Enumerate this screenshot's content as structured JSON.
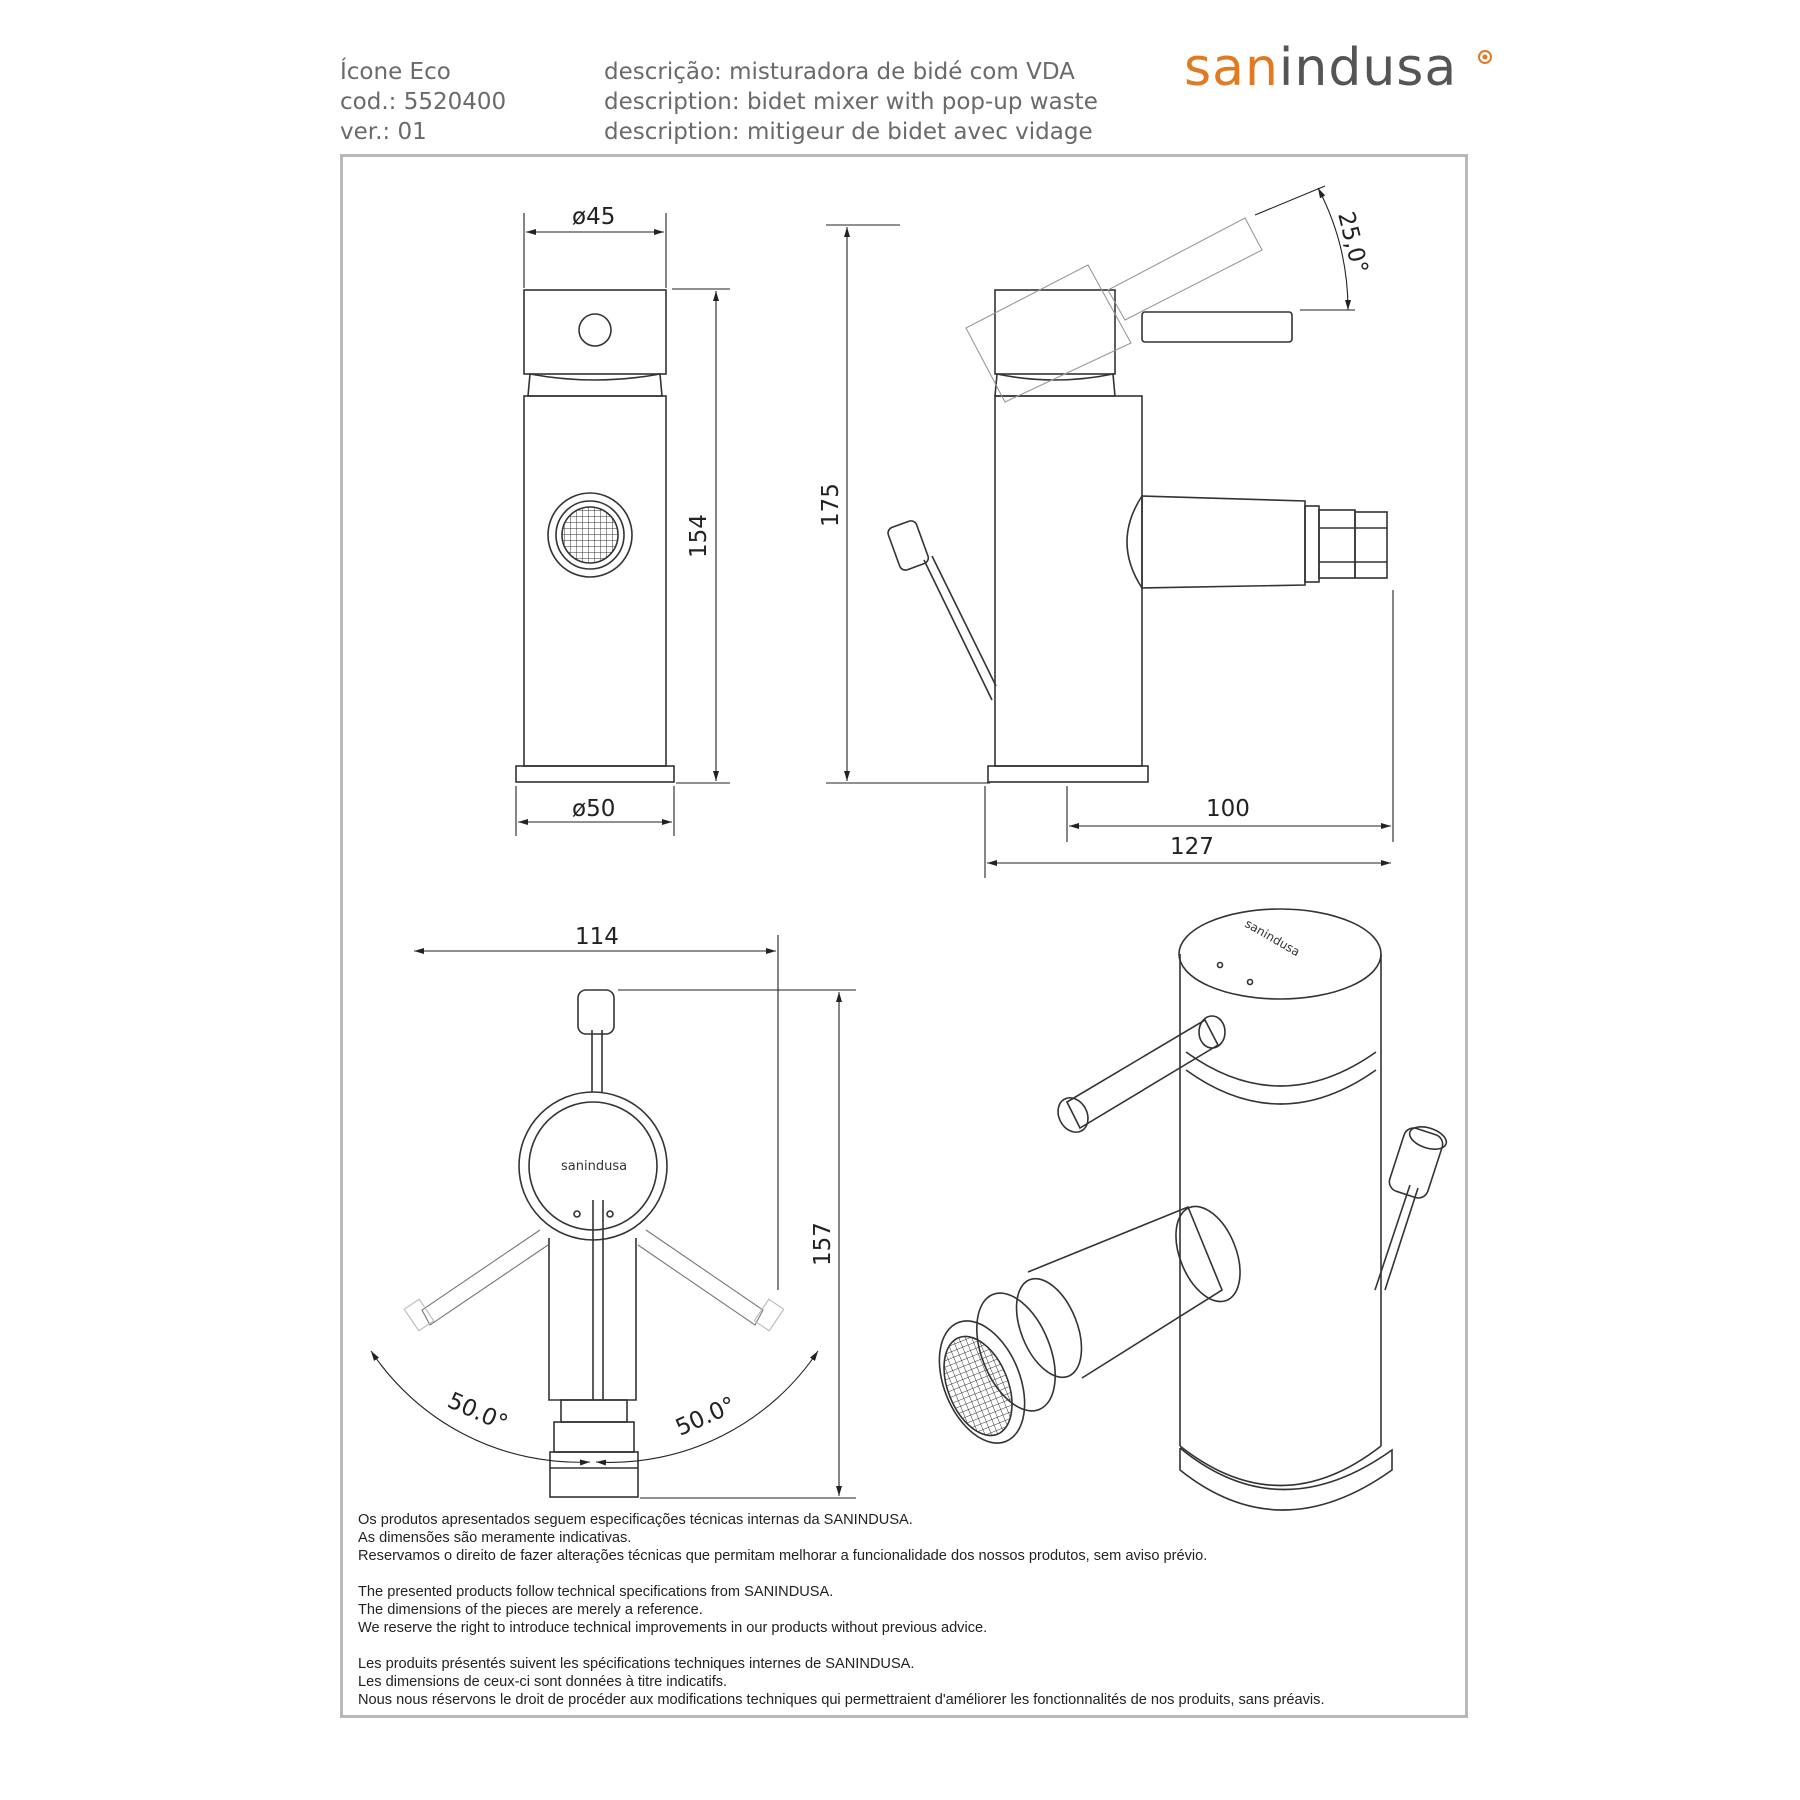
{
  "header": {
    "product_name": "Ícone Eco",
    "code": "cod.: 5520400",
    "version": "ver.: 01",
    "desc_pt": "descrição: misturadora de bidé com VDA",
    "desc_en": "description: bidet mixer with pop-up waste",
    "desc_fr": "description: mitigeur de bidet avec vidage"
  },
  "logo": {
    "part1": "san",
    "part2": "indusa",
    "brand_color": "#e07b22",
    "dark_color": "#555555"
  },
  "drawing": {
    "brand_mark": "sanindusa",
    "dimensions": {
      "top_diameter": "ø45",
      "base_diameter": "ø50",
      "body_height": "154",
      "total_height": "175",
      "lever_angle": "25,0°",
      "spout_reach": "100",
      "total_depth": "127",
      "top_width": "114",
      "plan_height": "157",
      "left_swing": "50.0°",
      "right_swing": "50.0°"
    }
  },
  "notes": {
    "pt": [
      "Os produtos apresentados seguem especificações técnicas internas da SANINDUSA.",
      "As dimensões são meramente indicativas.",
      "Reservamos o direito de fazer alterações técnicas que permitam melhorar a funcionalidade dos nossos produtos, sem aviso prévio."
    ],
    "en": [
      "The presented products follow technical specifications from SANINDUSA.",
      "The dimensions of the pieces are merely a reference.",
      "We reserve the right to introduce technical improvements in our products without previous advice."
    ],
    "fr": [
      "Les produits présentés suivent les spécifications techniques internes de SANINDUSA.",
      "Les dimensions de ceux-ci sont données à titre indicatifs.",
      "Nous nous réservons le droit de procéder aux modifications techniques qui permettraient d'améliorer les fonctionnalités de nos produits, sans préavis."
    ]
  }
}
